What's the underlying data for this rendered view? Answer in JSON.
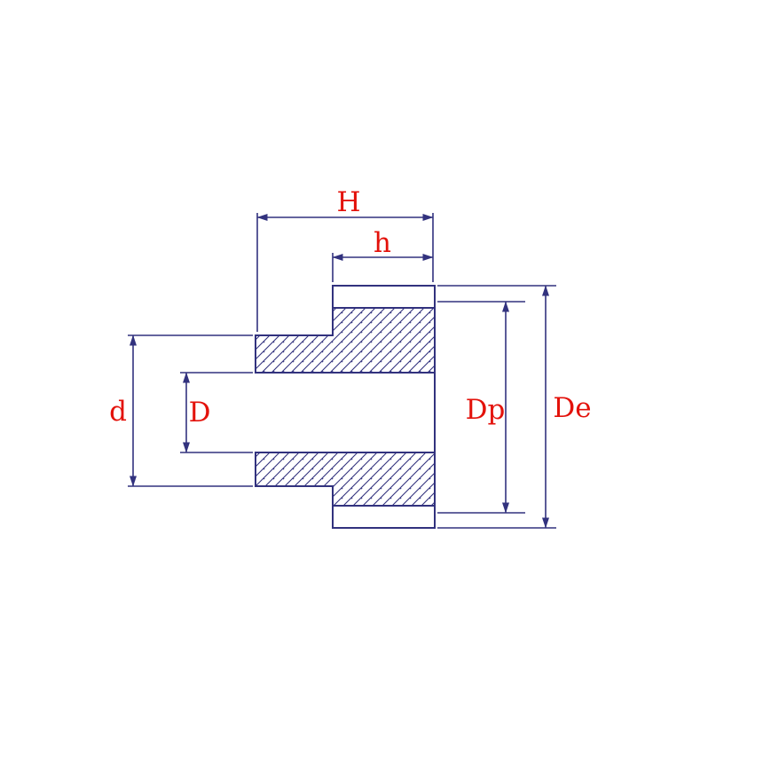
{
  "diagram": {
    "labels": {
      "total_width": "H",
      "face_width": "h",
      "hub_diameter": "d",
      "bore_diameter": "D",
      "pitch_diameter": "Dp",
      "outside_diameter": "De"
    }
  },
  "colors": {
    "line": "#32327e",
    "label": "#e3120b",
    "background": "#ffffff"
  }
}
